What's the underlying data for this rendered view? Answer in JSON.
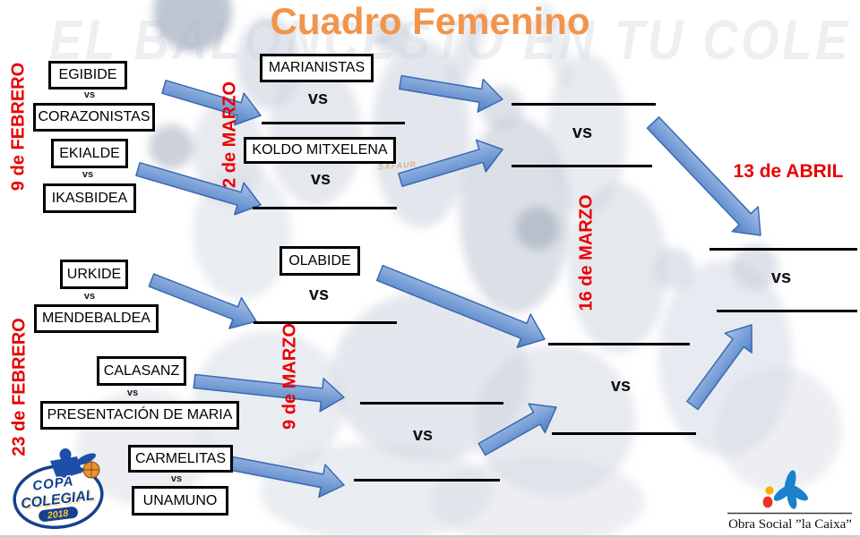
{
  "title": "Cuadro Femenino",
  "watermark": "EL BALONCESTO EN TU COLE",
  "photo_watermark": "SAFAUR",
  "vs_label": "vs",
  "dates": {
    "round1_top": "9 de FEBRERO",
    "round1_bottom": "23 de FEBRERO",
    "round2_top": "2 de MARZO",
    "round2_bottom": "9 de MARZO",
    "semifinals": "16 de MARZO",
    "final": "13 de ABRIL"
  },
  "bracket": {
    "round1": [
      {
        "team1": "EGIBIDE",
        "team2": "CORAZONISTAS"
      },
      {
        "team1": "EKIALDE",
        "team2": "IKASBIDEA"
      },
      {
        "team1": "URKIDE",
        "team2": "MENDEBALDEA"
      },
      {
        "team1": "CALASANZ",
        "team2": "PRESENTACIÓN DE MARIA"
      },
      {
        "team1": "CARMELITAS",
        "team2": "UNAMUNO"
      }
    ],
    "round2_seeded_teams": [
      "MARIANISTAS",
      "KOLDO MITXELENA",
      "OLABIDE"
    ]
  },
  "logos": {
    "copa_colegial": {
      "line1": "COPA",
      "line2": "COLEGIAL",
      "year": "2018"
    },
    "la_caixa": {
      "label": "Obra Social ”la Caixa”"
    }
  },
  "colors": {
    "title_orange": "#F2944B",
    "date_red": "#E90000",
    "arrow_blue": "#4E7FC4",
    "arrow_blue_light": "#A9C3EB",
    "arrow_border": "#3A69B0",
    "box_border": "#000000",
    "line_black": "#000000"
  }
}
